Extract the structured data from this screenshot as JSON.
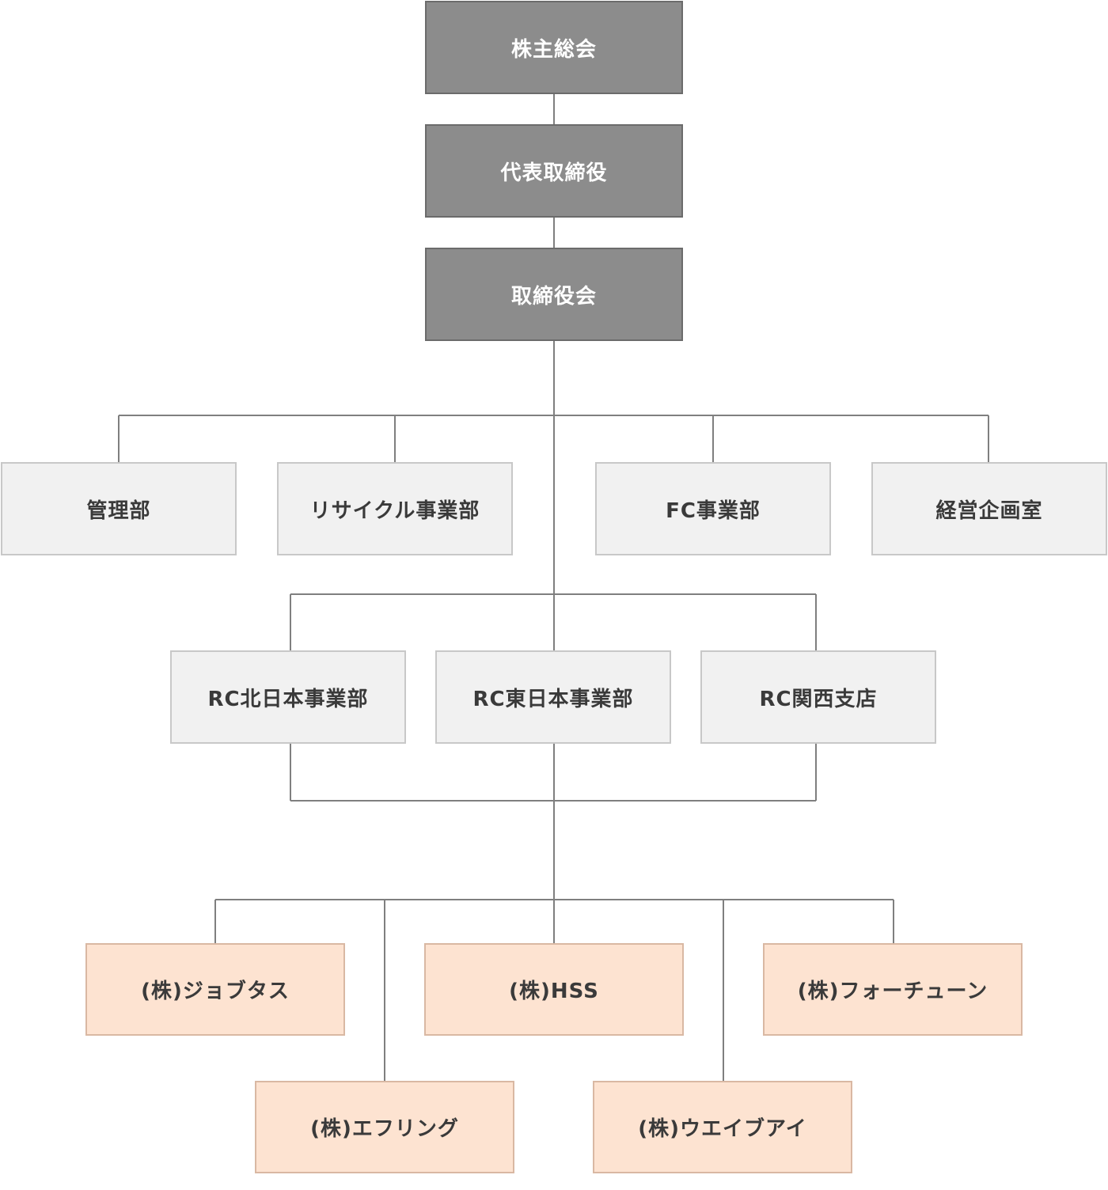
{
  "colors": {
    "exec_fill": "#8c8c8c",
    "dept_fill": "#f1f1f1",
    "subsidiary_fill": "#fde3d1",
    "connector": "#7f7f7f"
  },
  "top": {
    "shareholders_meeting": "株主総会",
    "representative_director": "代表取締役",
    "board_of_directors": "取締役会"
  },
  "departments": [
    "管理部",
    "リサイクル事業部",
    "FC事業部",
    "経営企画室"
  ],
  "regional": [
    "RC北日本事業部",
    "RC東日本事業部",
    "RC関西支店"
  ],
  "subsidiaries": [
    "(株)ジョブタス",
    "(株)HSS",
    "(株)フォーチューン",
    "(株)エフリング",
    "(株)ウエイブアイ"
  ]
}
